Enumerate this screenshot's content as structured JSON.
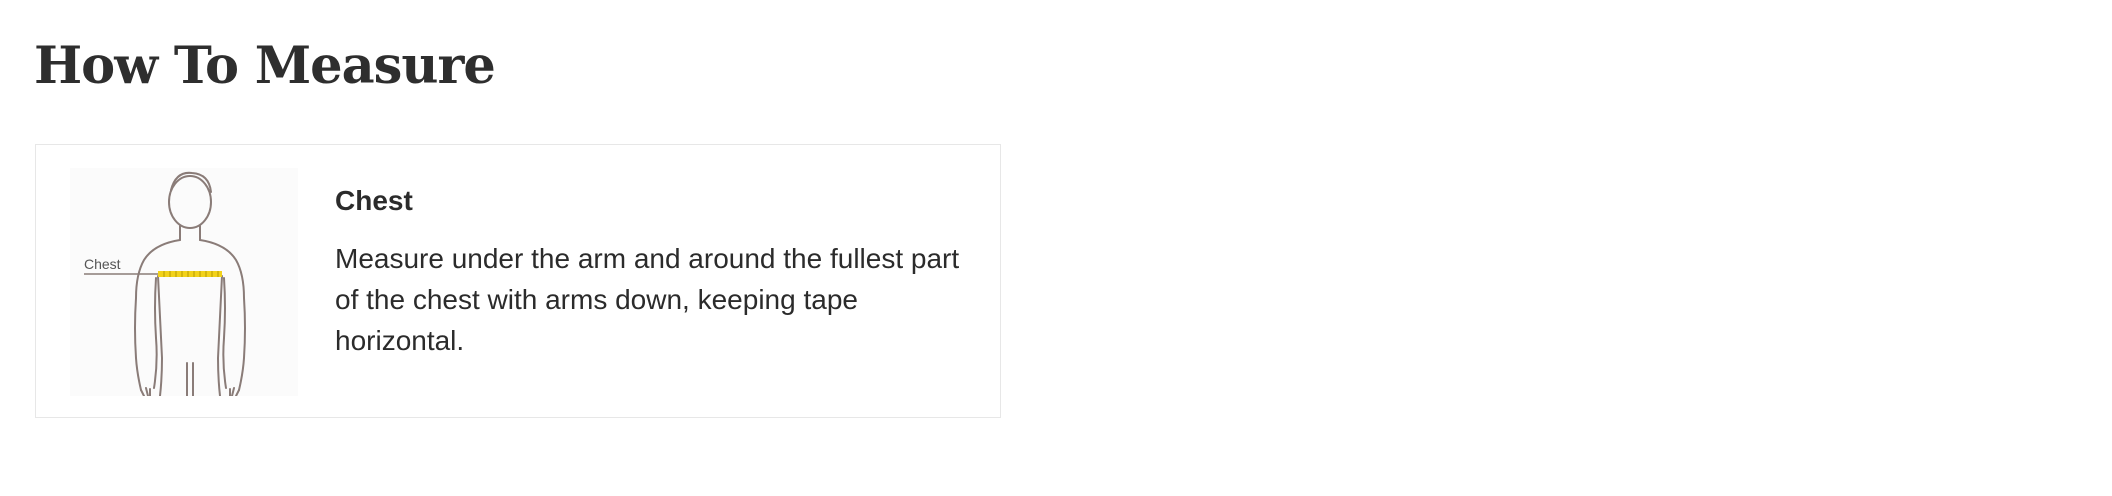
{
  "page": {
    "title": "How To Measure"
  },
  "measurement": {
    "heading": "Chest",
    "description": "Measure under the arm and around the fullest part of the chest with arms down, keeping tape horizontal.",
    "figure_label": "Chest",
    "tape_color": "#f2d21b"
  }
}
